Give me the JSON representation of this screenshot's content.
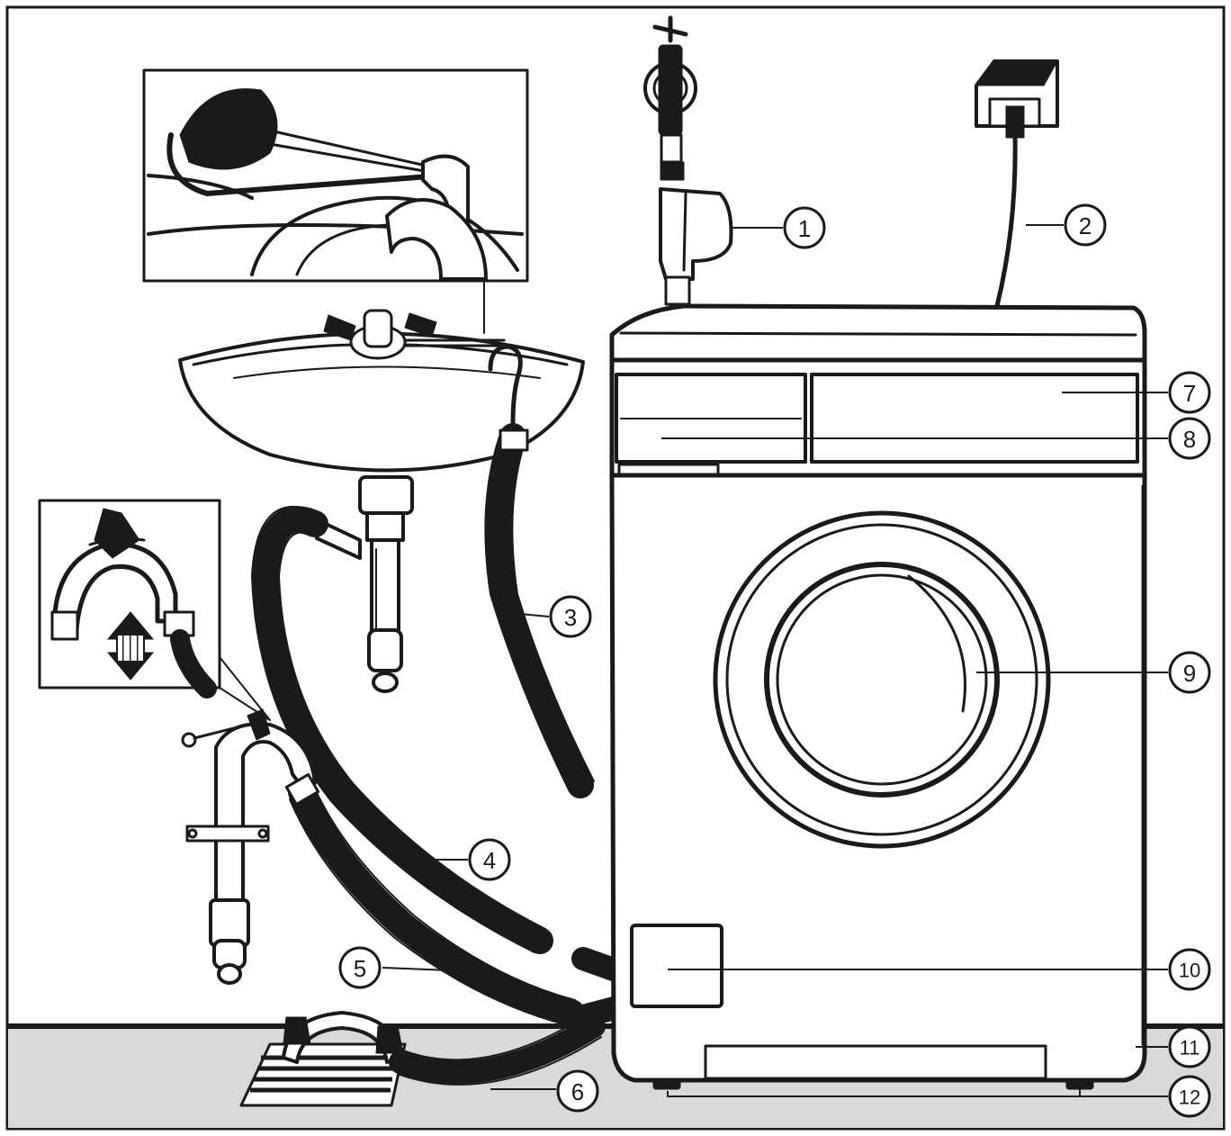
{
  "diagram": {
    "colors": {
      "ink": "#1a1a1a",
      "floor": "#d9d9d9",
      "background": "#ffffff"
    },
    "callouts": [
      {
        "id": "1",
        "label": "1"
      },
      {
        "id": "2",
        "label": "2"
      },
      {
        "id": "3",
        "label": "3"
      },
      {
        "id": "4",
        "label": "4"
      },
      {
        "id": "5",
        "label": "5"
      },
      {
        "id": "6",
        "label": "6"
      },
      {
        "id": "7",
        "label": "7"
      },
      {
        "id": "8",
        "label": "8"
      },
      {
        "id": "9",
        "label": "9"
      },
      {
        "id": "10",
        "label": "10"
      },
      {
        "id": "11",
        "label": "11"
      },
      {
        "id": "12",
        "label": "12"
      }
    ]
  }
}
